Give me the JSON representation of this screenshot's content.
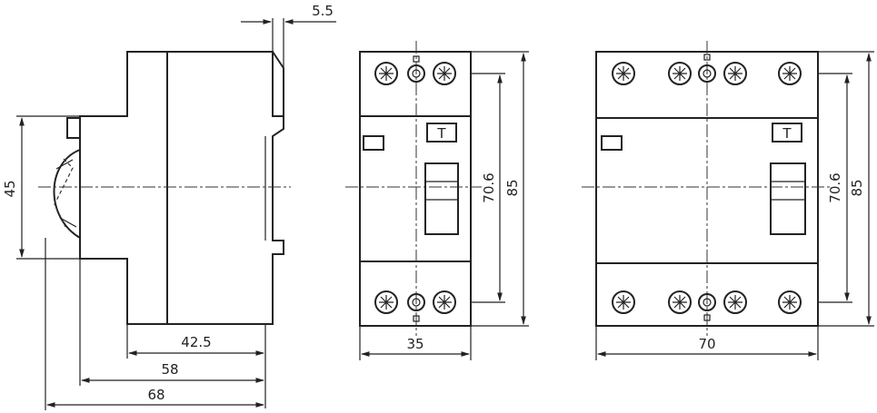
{
  "views": {
    "side": {
      "dims": {
        "height_45": "45",
        "body_42_5": "42.5",
        "width_58": "58",
        "overall_68": "68",
        "offset_5_5": "5.5"
      }
    },
    "front_2p": {
      "dims": {
        "width_35": "35",
        "inner_70_6": "70.6",
        "height_85": "85"
      },
      "test_button": "T"
    },
    "front_4p": {
      "dims": {
        "width_70": "70",
        "inner_70_6": "70.6",
        "height_85": "85"
      },
      "test_button": "T"
    }
  },
  "colors": {
    "line": "#222222",
    "background": "#ffffff"
  }
}
